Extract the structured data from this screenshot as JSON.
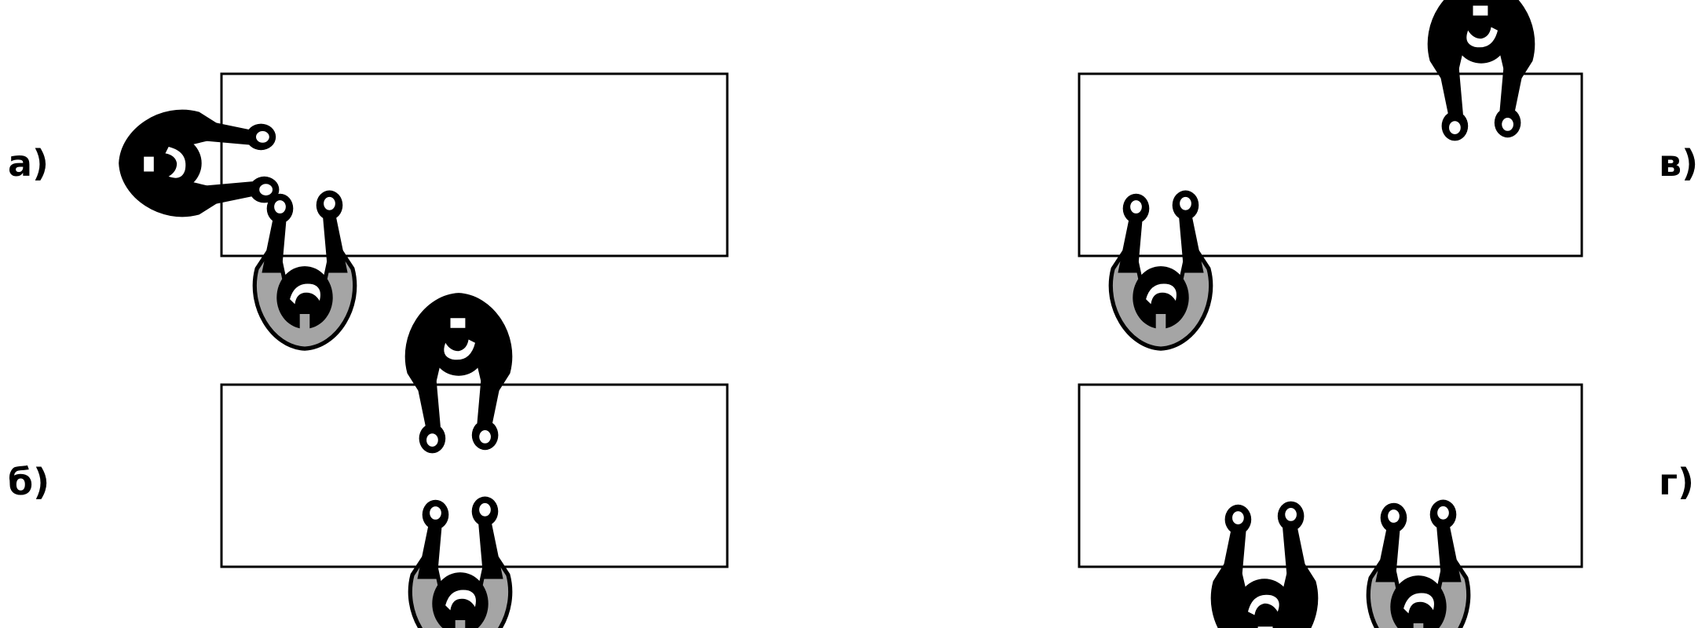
{
  "palette": {
    "line": "#000000",
    "dark": "#000000",
    "grey": "#a5a5a5",
    "white": "#ffffff"
  },
  "panels": [
    {
      "id": "a",
      "label": "а)",
      "people": [
        "dark-left",
        "grey-bottom-left"
      ]
    },
    {
      "id": "b",
      "label": "б)",
      "people": [
        "dark-top-center",
        "grey-bottom-center"
      ]
    },
    {
      "id": "v",
      "label": "в)",
      "people": [
        "dark-top-right",
        "grey-bottom-left"
      ]
    },
    {
      "id": "g",
      "label": "г)",
      "people": [
        "dark-bottom-center",
        "grey-bottom-center"
      ]
    }
  ]
}
